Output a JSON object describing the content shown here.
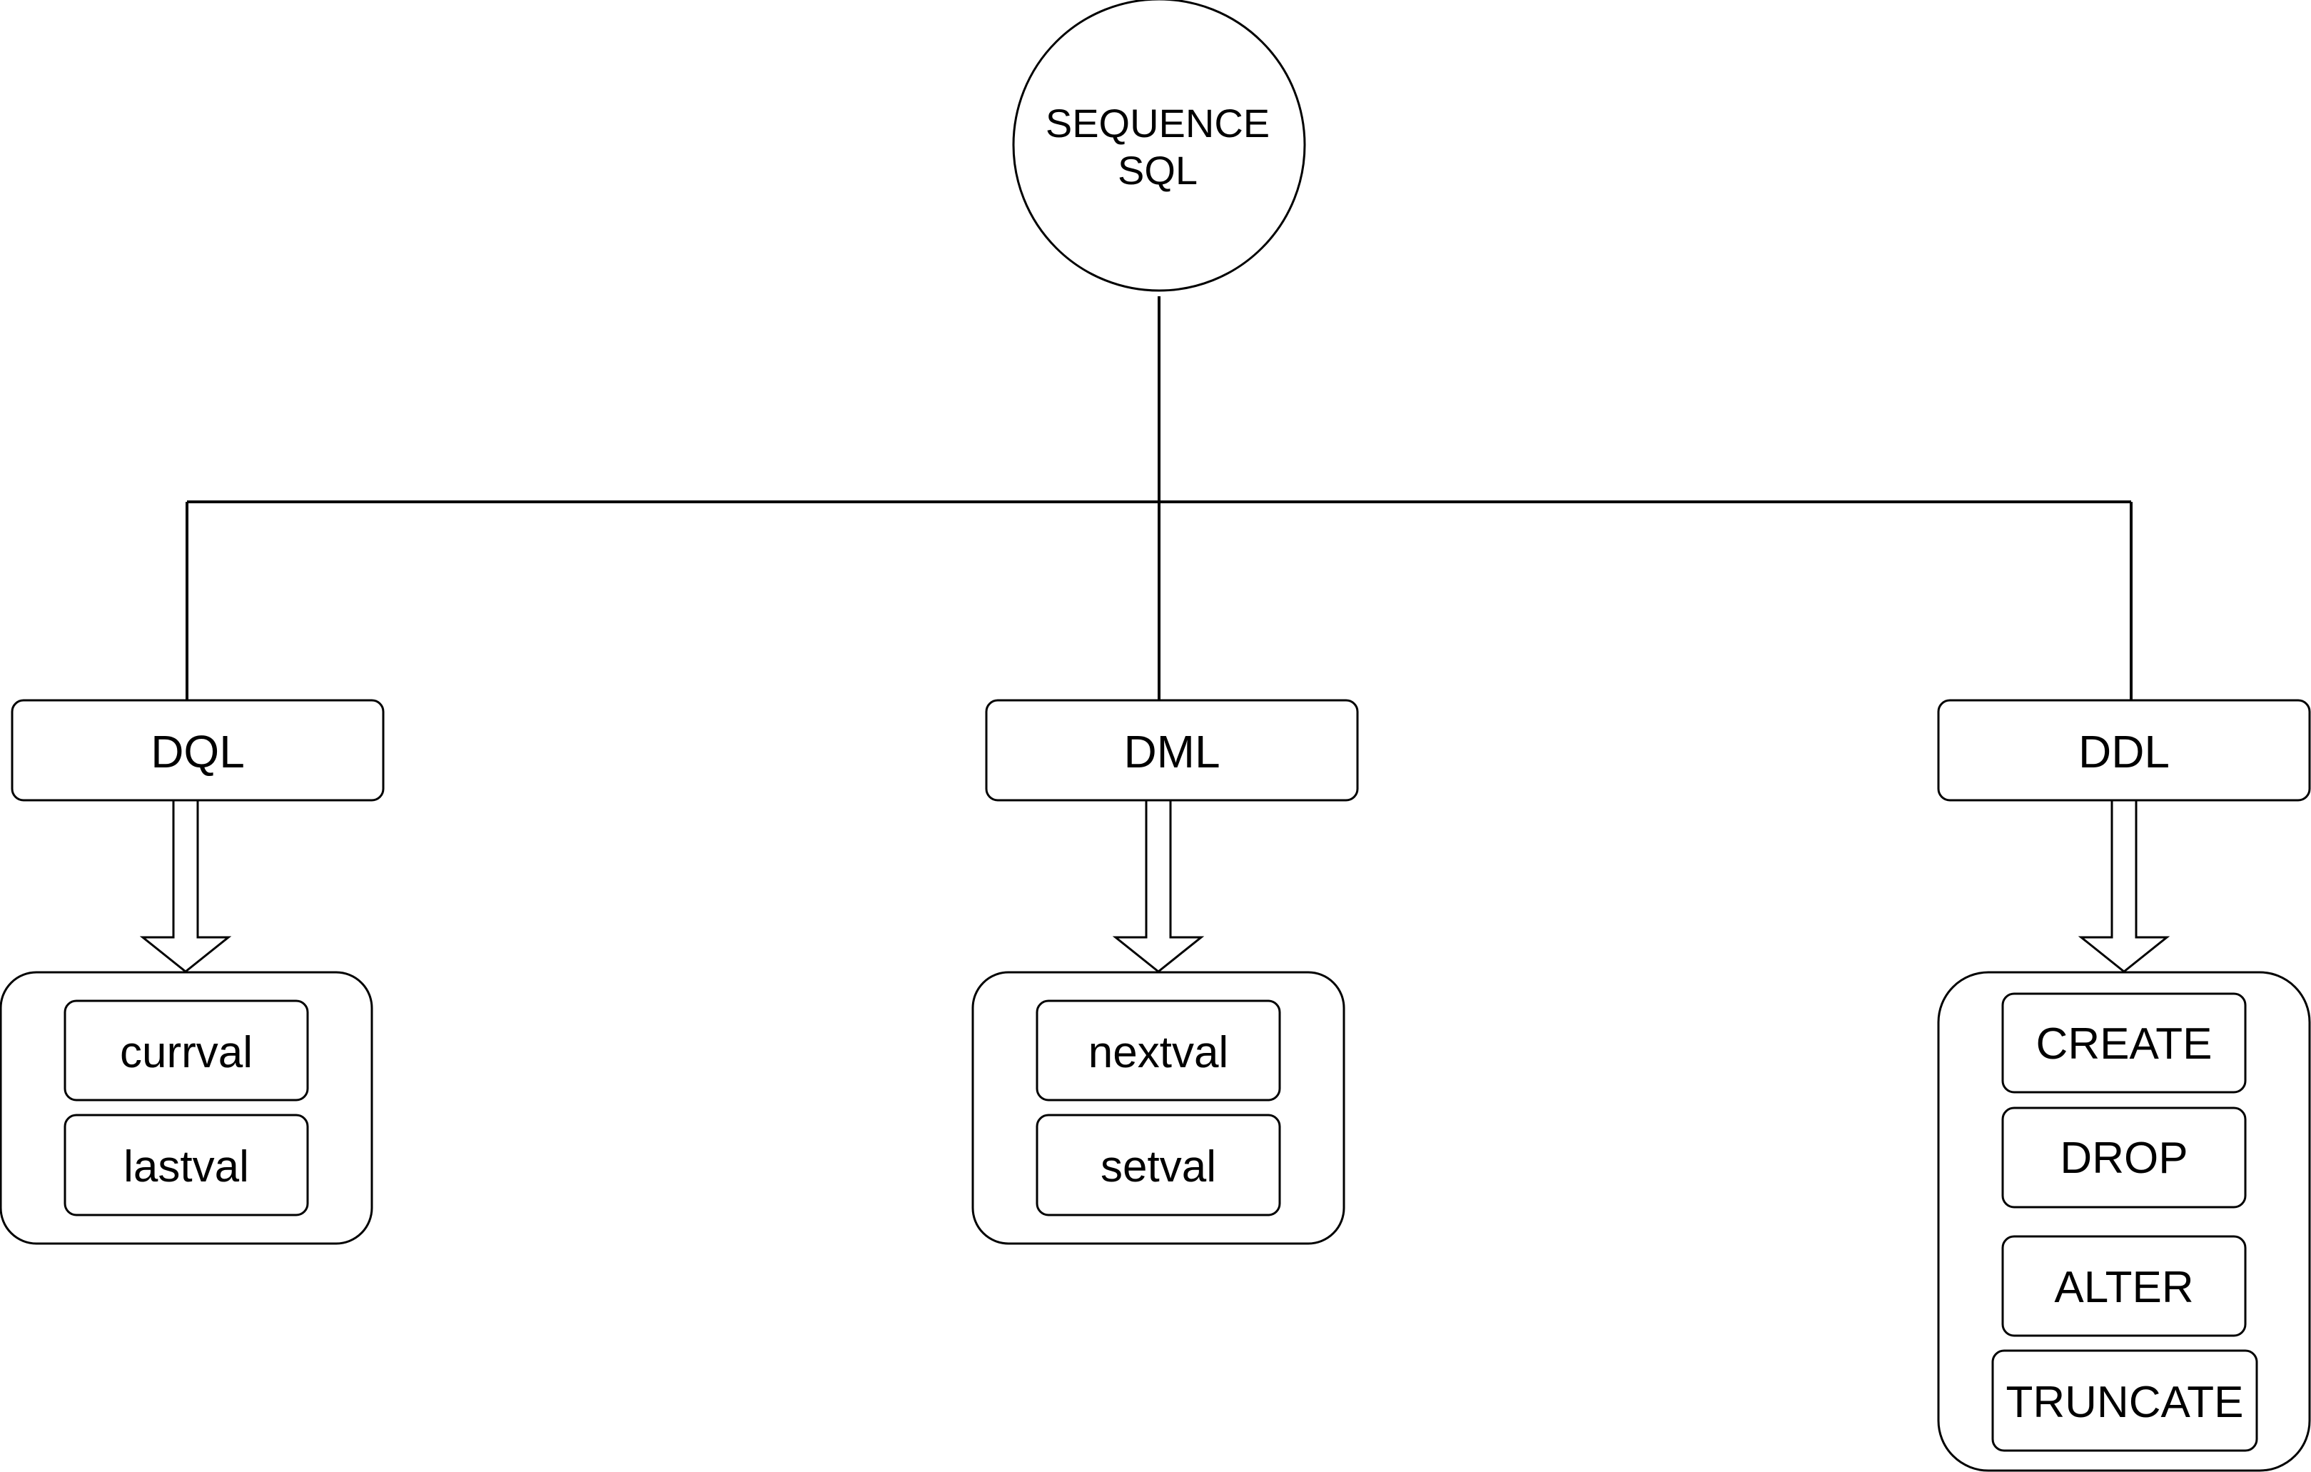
{
  "root": {
    "line1": "SEQUENCE",
    "line2": "SQL"
  },
  "categories": [
    {
      "label": "DQL",
      "items": [
        "currval",
        "lastval"
      ]
    },
    {
      "label": "DML",
      "items": [
        "nextval",
        "setval"
      ]
    },
    {
      "label": "DDL",
      "items": [
        "CREATE",
        "DROP",
        "ALTER",
        "TRUNCATE"
      ]
    }
  ],
  "colors": {
    "stroke": "#000000",
    "fill": "#ffffff",
    "text": "#000000"
  }
}
